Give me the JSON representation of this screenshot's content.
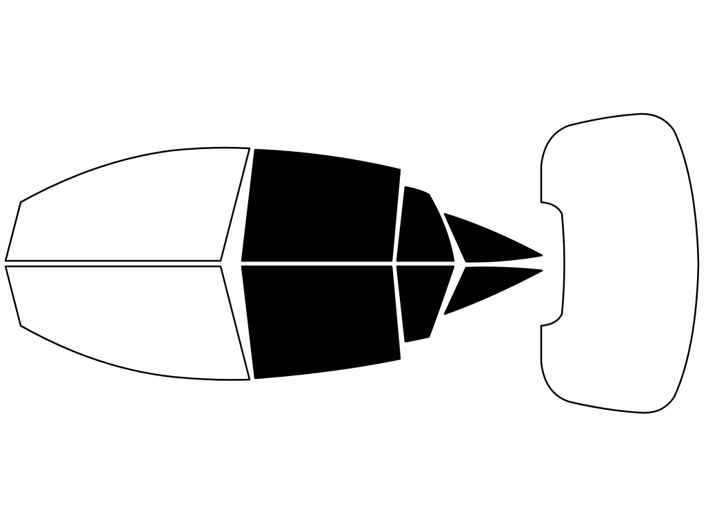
{
  "colors": {
    "background": "#ffffff",
    "outline": "#000000",
    "tinted": "#000000",
    "untinted": "#ffffff"
  },
  "pieces": [
    {
      "name": "windshield-upper-half",
      "tinted": false
    },
    {
      "name": "windshield-lower-half",
      "tinted": false
    },
    {
      "name": "front-door-window-upper",
      "tinted": true
    },
    {
      "name": "front-door-window-lower",
      "tinted": true
    },
    {
      "name": "rear-door-window-upper",
      "tinted": true
    },
    {
      "name": "rear-door-window-lower",
      "tinted": true
    },
    {
      "name": "quarter-window-upper",
      "tinted": true
    },
    {
      "name": "quarter-window-lower",
      "tinted": true
    },
    {
      "name": "rear-window",
      "tinted": false
    }
  ]
}
